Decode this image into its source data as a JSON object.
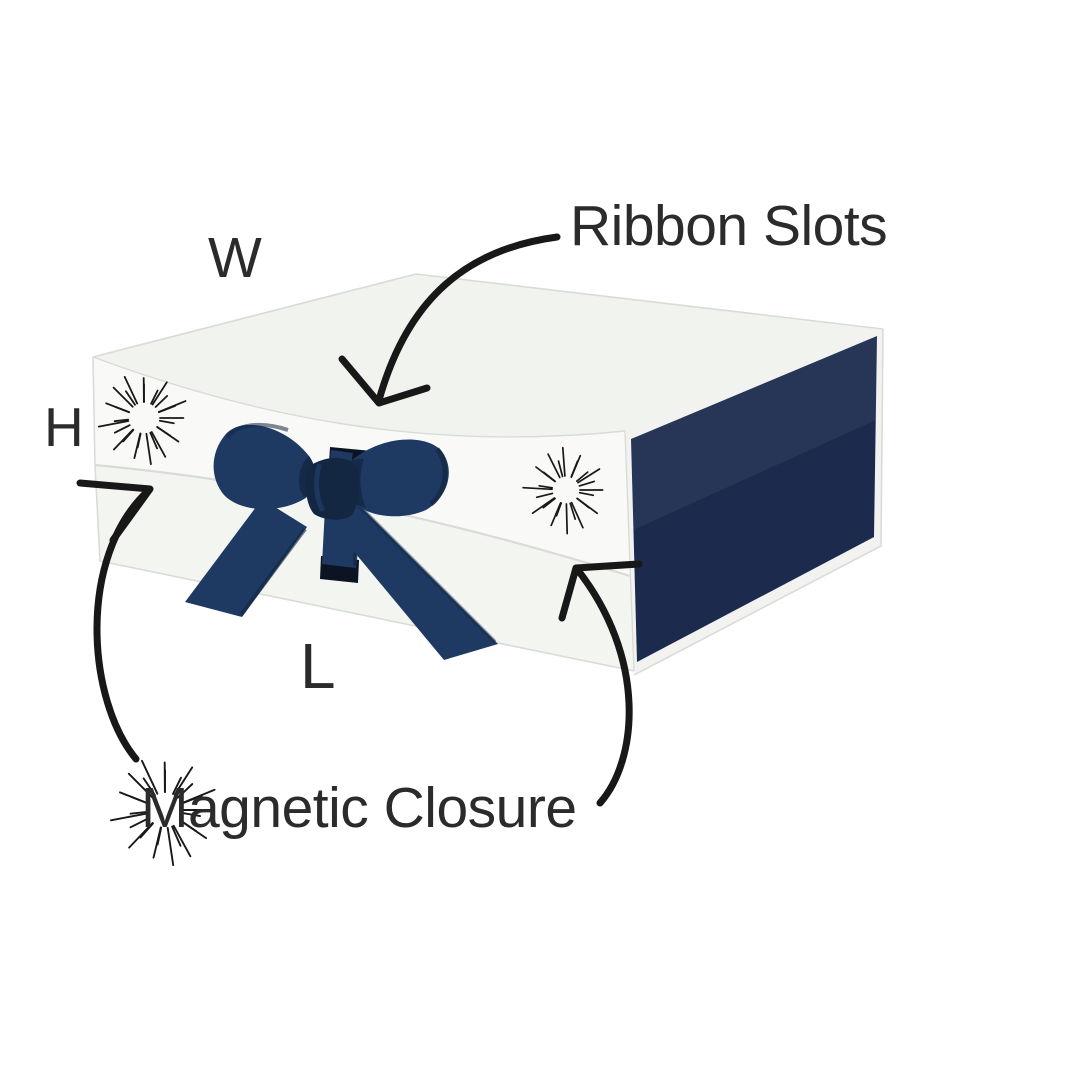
{
  "diagram": {
    "labels": {
      "w": "W",
      "h": "H",
      "l": "L",
      "ribbon_slots": "Ribbon Slots",
      "magnetic_closure": "Magnetic Closure"
    }
  },
  "colors": {
    "background": "#ffffff",
    "box-top": "#f1f3ee",
    "box-front-lid": "#f9faf7",
    "box-front-base": "#f3f5f1",
    "box-trim": "#f2f3f0",
    "box-navy": "#1c2b4d",
    "ribbon-navy": "#1e3a62",
    "ribbon-shadow": "#132642",
    "slot-dark": "#0c1424",
    "ink": "#2b2b2b",
    "arrow-ink": "#181818",
    "edge-line": "#d9dcd6"
  },
  "icons": {
    "magnetic_marker": "sparkle-burst-icon",
    "annotation_arrow": "hand-drawn-curved-arrow"
  }
}
